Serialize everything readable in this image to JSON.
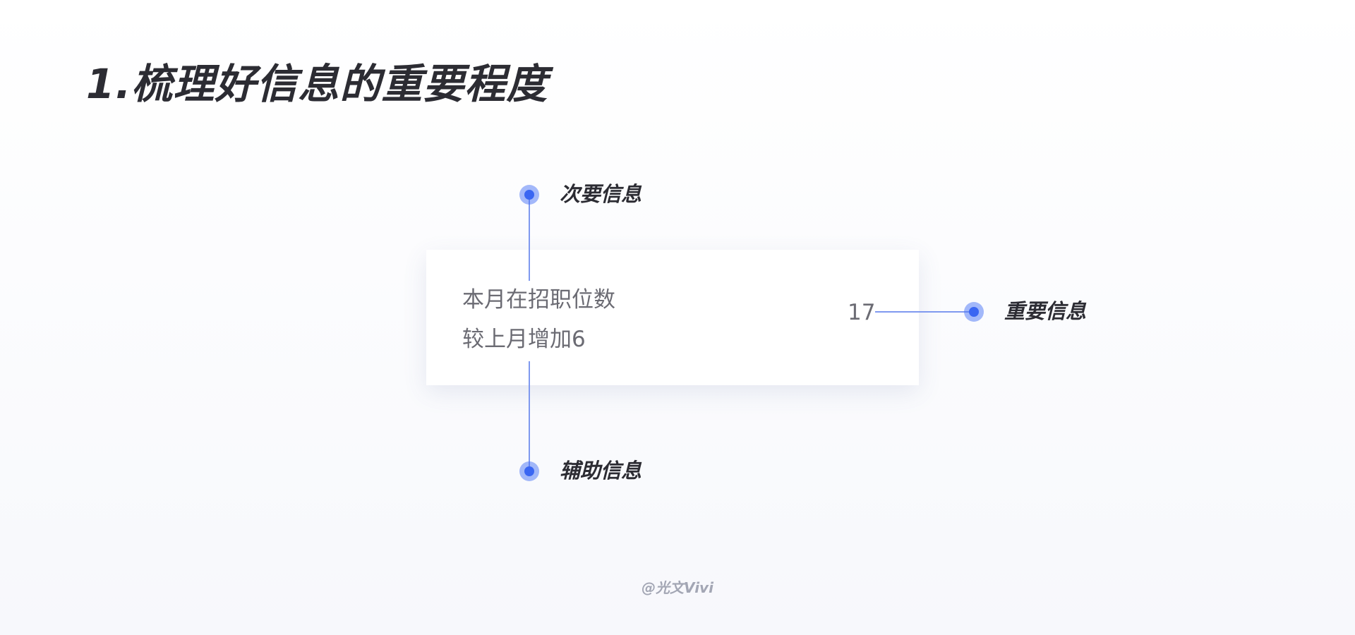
{
  "title": "1.梳理好信息的重要程度",
  "card": {
    "primary_text": "本月在招职位数",
    "secondary_text": "较上月增加6",
    "value": "17"
  },
  "callouts": {
    "secondary": "次要信息",
    "primary": "重要信息",
    "auxiliary": "辅助信息"
  },
  "watermark": "@光文Vivi",
  "colors": {
    "accent": "#3a66f2",
    "connector": "#7f99ef",
    "text_dark": "#2c2c33",
    "text_muted": "#6b6b73"
  }
}
